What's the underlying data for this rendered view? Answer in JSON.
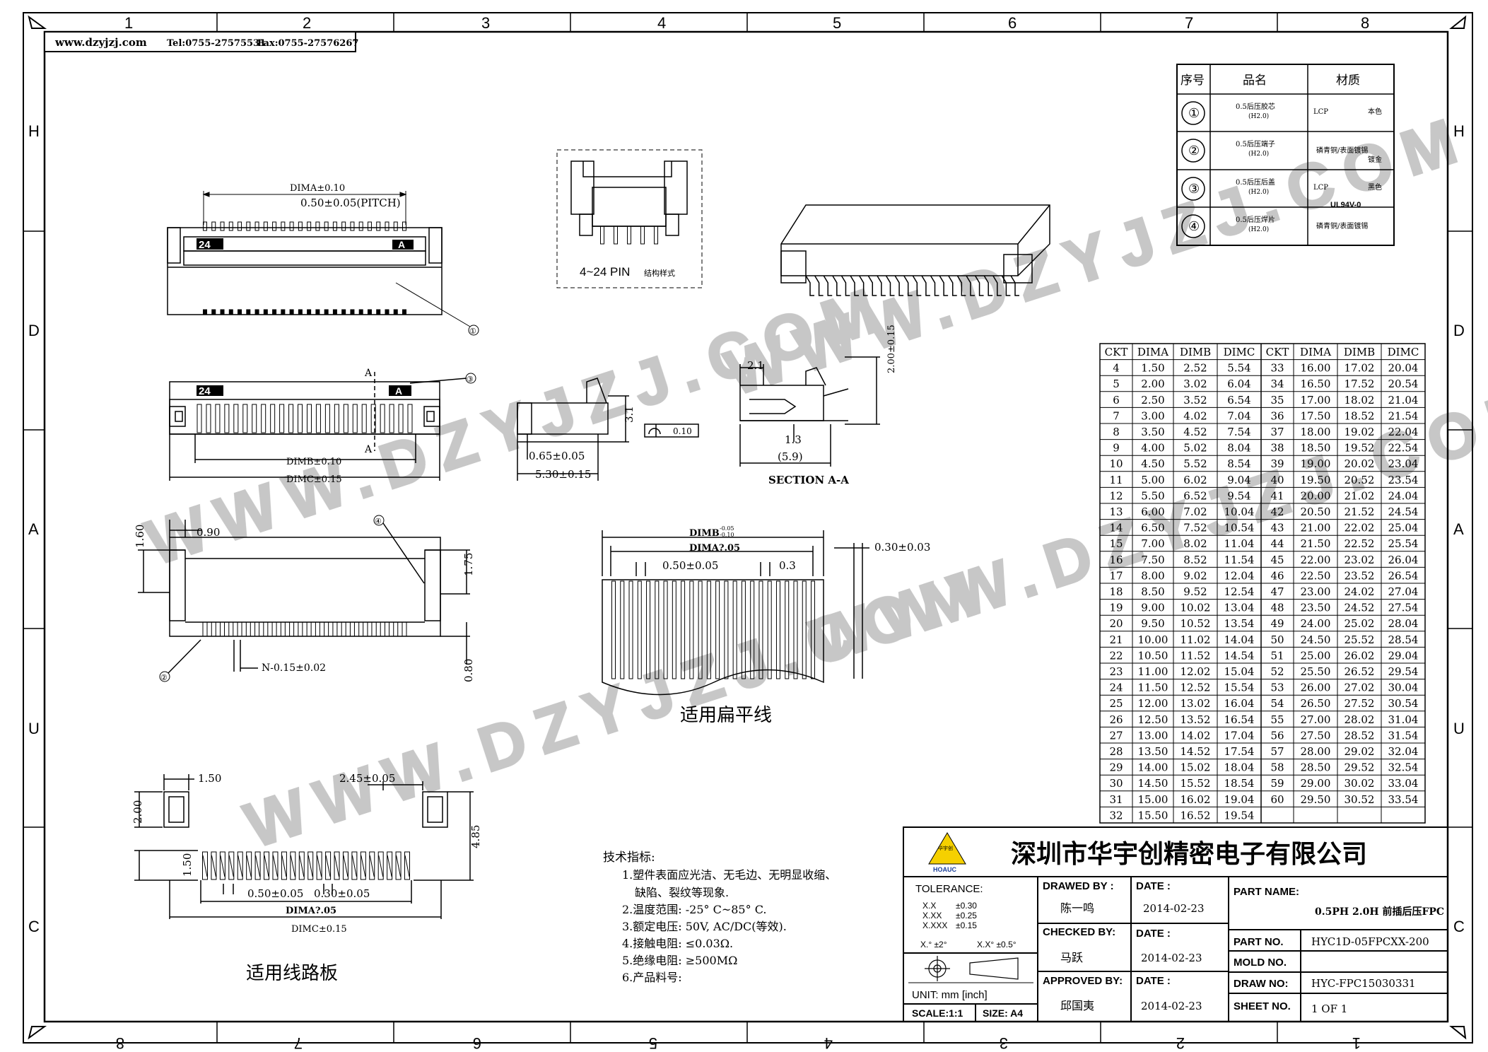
{
  "header": {
    "website": "www.dzyjzj.com",
    "tel": "Tel:0755-27575531",
    "fax": "Fax:0755-27576267"
  },
  "border": {
    "cols": [
      "1",
      "2",
      "3",
      "4",
      "5",
      "6",
      "7",
      "8"
    ],
    "rows": [
      "H",
      "D",
      "A",
      "U",
      "C"
    ]
  },
  "materials": {
    "headers": [
      "序号",
      "品名",
      "材质"
    ],
    "rows": [
      {
        "no": "①",
        "name1": "0.5后压胶芯",
        "name2": "(H2.0)",
        "mat1": "LCP",
        "mat2": "本色"
      },
      {
        "no": "②",
        "name1": "0.5后压端子",
        "name2": "(H2.0)",
        "mat1": "磷青铜/表面镀锡",
        "mat2": "镀金"
      },
      {
        "no": "③",
        "name1": "0.5后压后盖",
        "name2": "(H2.0)",
        "mat1": "LCP",
        "mat2": "黑色",
        "mat3": "UL94V-0"
      },
      {
        "no": "④",
        "name1": "0.5后压焊片",
        "name2": "(H2.0)",
        "mat1": "磷青铜/表面镀锡",
        "mat2": ""
      }
    ]
  },
  "dim_table": {
    "headers": [
      "CKT",
      "DIMA",
      "DIMB",
      "DIMC",
      "CKT",
      "DIMA",
      "DIMB",
      "DIMC"
    ],
    "left": [
      [
        "4",
        "1.50",
        "2.52",
        "5.54"
      ],
      [
        "5",
        "2.00",
        "3.02",
        "6.04"
      ],
      [
        "6",
        "2.50",
        "3.52",
        "6.54"
      ],
      [
        "7",
        "3.00",
        "4.02",
        "7.04"
      ],
      [
        "8",
        "3.50",
        "4.52",
        "7.54"
      ],
      [
        "9",
        "4.00",
        "5.02",
        "8.04"
      ],
      [
        "10",
        "4.50",
        "5.52",
        "8.54"
      ],
      [
        "11",
        "5.00",
        "6.02",
        "9.04"
      ],
      [
        "12",
        "5.50",
        "6.52",
        "9.54"
      ],
      [
        "13",
        "6.00",
        "7.02",
        "10.04"
      ],
      [
        "14",
        "6.50",
        "7.52",
        "10.54"
      ],
      [
        "15",
        "7.00",
        "8.02",
        "11.04"
      ],
      [
        "16",
        "7.50",
        "8.52",
        "11.54"
      ],
      [
        "17",
        "8.00",
        "9.02",
        "12.04"
      ],
      [
        "18",
        "8.50",
        "9.52",
        "12.54"
      ],
      [
        "19",
        "9.00",
        "10.02",
        "13.04"
      ],
      [
        "20",
        "9.50",
        "10.52",
        "13.54"
      ],
      [
        "21",
        "10.00",
        "11.02",
        "14.04"
      ],
      [
        "22",
        "10.50",
        "11.52",
        "14.54"
      ],
      [
        "23",
        "11.00",
        "12.02",
        "15.04"
      ],
      [
        "24",
        "11.50",
        "12.52",
        "15.54"
      ],
      [
        "25",
        "12.00",
        "13.02",
        "16.04"
      ],
      [
        "26",
        "12.50",
        "13.52",
        "16.54"
      ],
      [
        "27",
        "13.00",
        "14.02",
        "17.04"
      ],
      [
        "28",
        "13.50",
        "14.52",
        "17.54"
      ],
      [
        "29",
        "14.00",
        "15.02",
        "18.04"
      ],
      [
        "30",
        "14.50",
        "15.52",
        "18.54"
      ],
      [
        "31",
        "15.00",
        "16.02",
        "19.04"
      ],
      [
        "32",
        "15.50",
        "16.52",
        "19.54"
      ]
    ],
    "right": [
      [
        "33",
        "16.00",
        "17.02",
        "20.04"
      ],
      [
        "34",
        "16.50",
        "17.52",
        "20.54"
      ],
      [
        "35",
        "17.00",
        "18.02",
        "21.04"
      ],
      [
        "36",
        "17.50",
        "18.52",
        "21.54"
      ],
      [
        "37",
        "18.00",
        "19.02",
        "22.04"
      ],
      [
        "38",
        "18.50",
        "19.52",
        "22.54"
      ],
      [
        "39",
        "19.00",
        "20.02",
        "23.04"
      ],
      [
        "40",
        "19.50",
        "20.52",
        "23.54"
      ],
      [
        "41",
        "20.00",
        "21.02",
        "24.04"
      ],
      [
        "42",
        "20.50",
        "21.52",
        "24.54"
      ],
      [
        "43",
        "21.00",
        "22.02",
        "25.04"
      ],
      [
        "44",
        "21.50",
        "22.52",
        "25.54"
      ],
      [
        "45",
        "22.00",
        "23.02",
        "26.04"
      ],
      [
        "46",
        "22.50",
        "23.52",
        "26.54"
      ],
      [
        "47",
        "23.00",
        "24.02",
        "27.04"
      ],
      [
        "48",
        "23.50",
        "24.52",
        "27.54"
      ],
      [
        "49",
        "24.00",
        "25.02",
        "28.04"
      ],
      [
        "50",
        "24.50",
        "25.52",
        "28.54"
      ],
      [
        "51",
        "25.00",
        "26.02",
        "29.04"
      ],
      [
        "52",
        "25.50",
        "26.52",
        "29.54"
      ],
      [
        "53",
        "26.00",
        "27.02",
        "30.04"
      ],
      [
        "54",
        "26.50",
        "27.52",
        "30.54"
      ],
      [
        "55",
        "27.00",
        "28.02",
        "31.04"
      ],
      [
        "56",
        "27.50",
        "28.52",
        "31.54"
      ],
      [
        "57",
        "28.00",
        "29.02",
        "32.04"
      ],
      [
        "58",
        "28.50",
        "29.52",
        "32.54"
      ],
      [
        "59",
        "29.00",
        "30.02",
        "33.04"
      ],
      [
        "60",
        "29.50",
        "30.52",
        "33.54"
      ]
    ]
  },
  "labels": {
    "dima010": "DIMA±0.10",
    "pitch": "0.50±0.05(PITCH)",
    "n24": "24",
    "nA": "A",
    "c1": "①",
    "c2": "②",
    "c3": "③",
    "c4": "④",
    "secA": "A",
    "dimb010": "DIMB±0.10",
    "dimc015": "DIMC±0.15",
    "dimc015b": "DIMC±0.15",
    "pin_text": "4~24 PIN",
    "pin_note": "结构样式",
    "d31": "3.1",
    "d065": "0.65±0.05",
    "d530": "5.30±0.15",
    "flat": "0.10",
    "d21": "2.1",
    "d200": "2.00±0.15",
    "d13": "1.3",
    "d59": "(5.9)",
    "section": "SECTION A-A",
    "d090": "0.90",
    "d160": "1.60",
    "d175": "1.75",
    "d080": "0.80",
    "n015": "N-0.15±0.02",
    "fpc_dimb": "DIMB",
    "fpc_dimb_tol_up": "-0.05",
    "fpc_dimb_tol_dn": "-0.10",
    "fpc_dima": "DIMA?.05",
    "fpc_pitch": "0.50±0.05",
    "fpc_03": "0.3",
    "fpc_t": "0.30±0.03",
    "fpc_title": "适用扁平线",
    "pcb_150": "1.50",
    "pcb_200": "2.00",
    "pcb_245": "2.45±0.05",
    "pcb_485": "4.85",
    "pcb_150b": "1.50",
    "pcb_050": "0.50±0.05",
    "pcb_030": "0.30±0.05",
    "pcb_dima": "DIMA?.05",
    "pcb_dimc": "DIMC±0.15",
    "pcb_title": "适用线路板"
  },
  "notes": {
    "title": "技术指标:",
    "items": [
      "1.塑件表面应光洁、无毛边、无明显收缩、",
      "缺陷、裂纹等现象.",
      "2.温度范围: -25° C~85° C.",
      "3.额定电压: 50V, AC/DC(等效).",
      "4.接触电阻: ≤0.03Ω.",
      "5.绝缘电阻: ≥500MΩ",
      "6.产品料号:"
    ]
  },
  "title_block": {
    "company": "深圳市华宇创精密电子有限公司",
    "logo_top": "华宇创",
    "logo_text": "HOAUC",
    "tolerance_label": "TOLERANCE:",
    "tol_rows": [
      [
        "X.X",
        "±0.30"
      ],
      [
        "X.XX",
        "±0.25"
      ],
      [
        "X.XXX",
        "±0.15"
      ]
    ],
    "ang1": "X.° ±2°",
    "ang2": "X.X° ±0.5°",
    "unit": "UNIT: mm [inch]",
    "scale": "SCALE:1:1",
    "size": "SIZE: A4",
    "drawn_by_label": "DRAWED BY :",
    "drawn_by": "陈一鸣",
    "checked_by_label": "CHECKED BY:",
    "checked_by": "马跃",
    "approved_by_label": "APPROVED BY:",
    "approved_by": "邱国夷",
    "date_label": "DATE :",
    "date1": "2014-02-23",
    "date2": "2014-02-23",
    "date3": "2014-02-23",
    "part_name_label": "PART NAME:",
    "part_name": "0.5PH 2.0H 前插后压FPC",
    "part_no_label": "PART NO.",
    "part_no": "HYC1D-05FPCXX-200",
    "mold_no_label": "MOLD NO.",
    "mold_no": "",
    "draw_no_label": "DRAW NO:",
    "draw_no": "HYC-FPC15030331",
    "sheet_no_label": "SHEET NO.",
    "sheet_no": "1 OF 1"
  }
}
